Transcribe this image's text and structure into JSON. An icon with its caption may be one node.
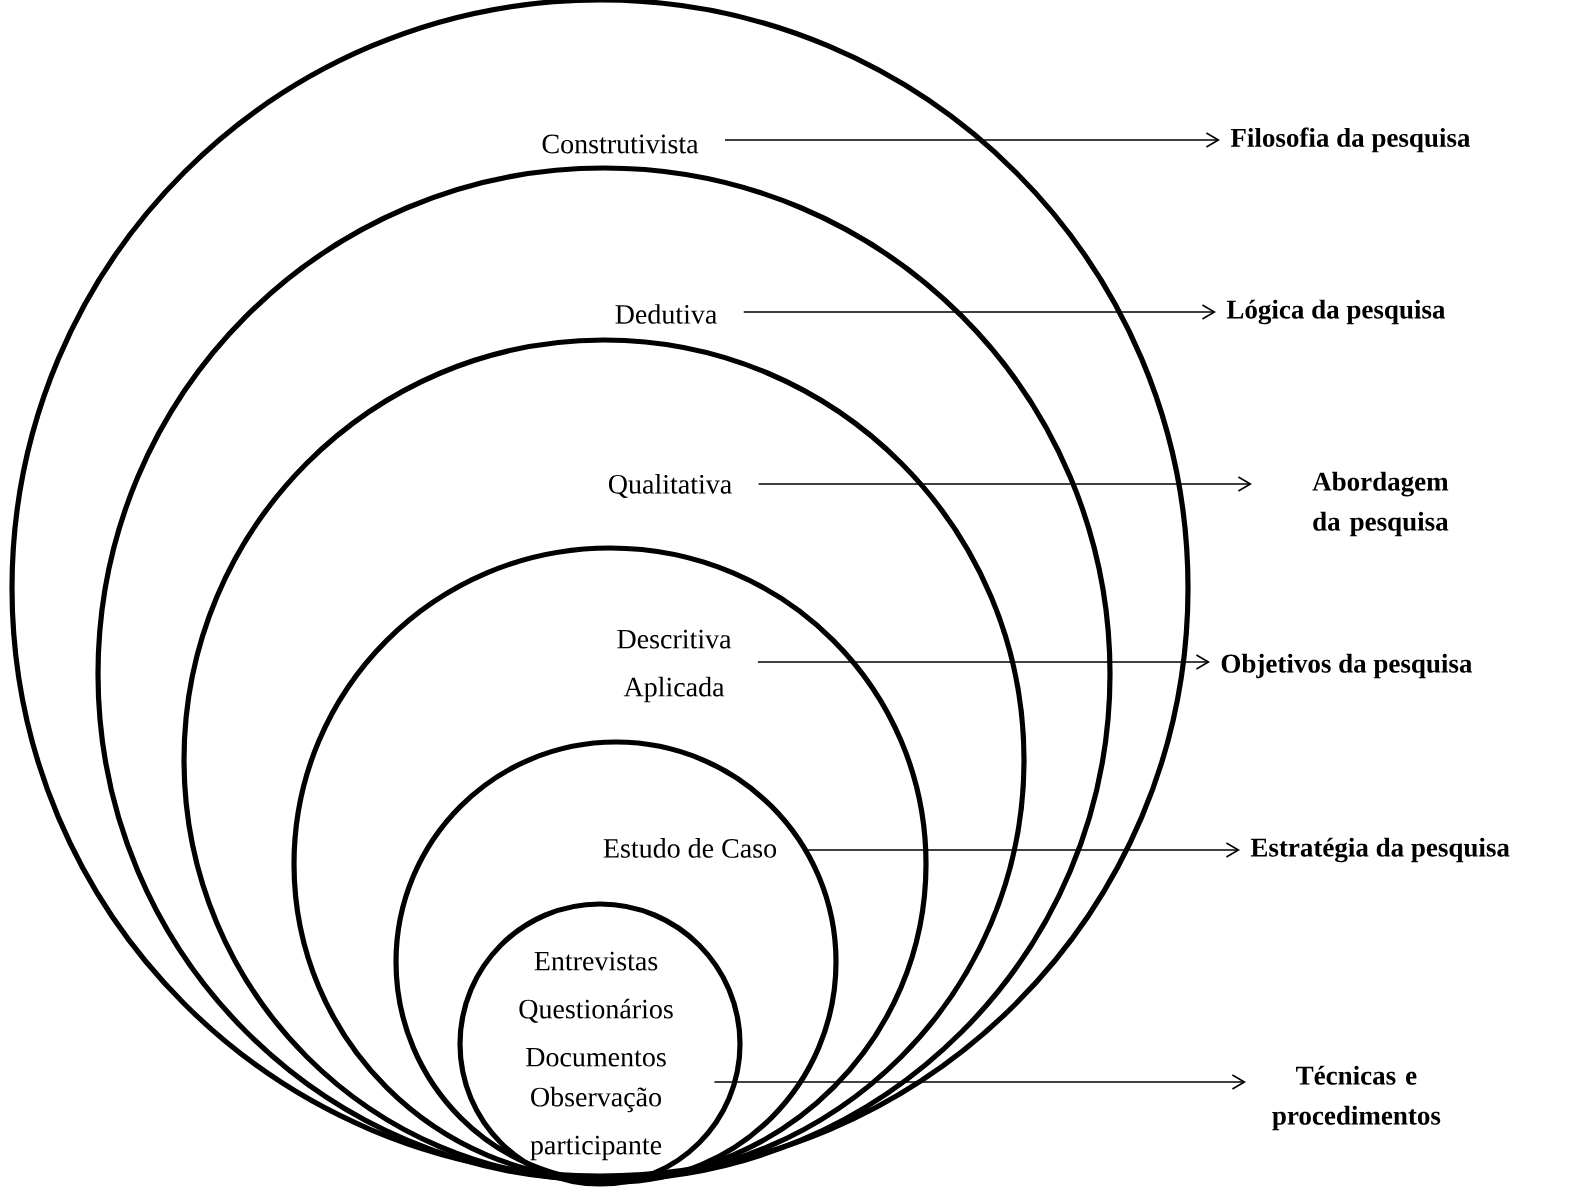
{
  "diagram": {
    "nodes": [
      {
        "text": [],
        "shape": "circle"
      },
      {
        "text": [],
        "shape": "circle",
        "in": 0
      },
      {
        "text": [],
        "shape": "circle",
        "in": 1
      },
      {
        "text": [],
        "shape": "circle",
        "in": 2
      },
      {
        "text": [],
        "shape": "circle",
        "in": 3
      },
      {
        "text": [],
        "shape": "circle",
        "in": 4
      },
      {
        "text": [
          "Construtivista"
        ],
        "in": 0
      },
      {
        "text": [
          "Dedutiva"
        ],
        "in": 1
      },
      {
        "text": [
          "Qualitativa"
        ],
        "in": 2
      },
      {
        "text": [
          "Descritiva",
          "Aplicada"
        ],
        "in": 3
      },
      {
        "text": [
          "Estudo de Caso"
        ],
        "in": 4
      },
      {
        "text": [
          "Entrevistas",
          "Questionários",
          "Documentos",
          "Observação participante"
        ],
        "in": 5
      },
      {
        "text": [
          "Filosofia da pesquisa"
        ]
      },
      {
        "text": [
          "Lógica da pesquisa"
        ]
      },
      {
        "text": [
          "Abordagem da pesquisa"
        ]
      },
      {
        "text": [
          "Objetivos da pesquisa"
        ]
      },
      {
        "text": [
          "Estratégia da pesquisa"
        ]
      },
      {
        "text": [
          "Técnicas e procedimentos"
        ]
      }
    ],
    "edges": [
      {
        "from": 6,
        "to": 12,
        "arrow": "to"
      },
      {
        "from": 7,
        "to": 13,
        "arrow": "to"
      },
      {
        "from": 8,
        "to": 14,
        "arrow": "to"
      },
      {
        "from": 9,
        "to": 15,
        "arrow": "to"
      },
      {
        "from": 10,
        "to": 16,
        "arrow": "to"
      },
      {
        "from": 11,
        "to": 17,
        "arrow": "to"
      }
    ]
  }
}
